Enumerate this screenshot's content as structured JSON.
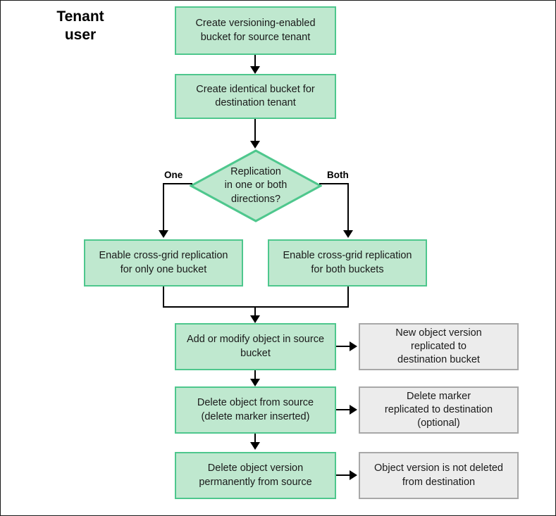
{
  "lane": {
    "title": "Tenant\nuser"
  },
  "colors": {
    "process_fill": "#bfe8cf",
    "process_border": "#4ec78d",
    "result_fill": "#ececec",
    "result_border": "#a8a8a8",
    "connector": "#000000",
    "text": "#1a1a1a",
    "frame": "#1a1a1a"
  },
  "nodes": {
    "create_source_bucket": "Create versioning-enabled\nbucket for source tenant",
    "create_destination_bucket": "Create identical bucket for\ndestination tenant",
    "decision_directions": "Replication\nin one or both\ndirections?",
    "enable_one_bucket": "Enable cross-grid replication\nfor only one bucket",
    "enable_both_buckets": "Enable cross-grid replication\nfor both buckets",
    "add_modify_object": "Add or modify object in source\nbucket",
    "delete_object": "Delete object from source\n(delete marker inserted)",
    "delete_object_version": "Delete object version\npermanently from source",
    "result_new_version": "New object version\nreplicated to\ndestination bucket",
    "result_delete_marker": "Delete marker\nreplicated to destination\n(optional)",
    "result_not_deleted": "Object version is not deleted\nfrom destination"
  },
  "branch_labels": {
    "one": "One",
    "both": "Both"
  }
}
